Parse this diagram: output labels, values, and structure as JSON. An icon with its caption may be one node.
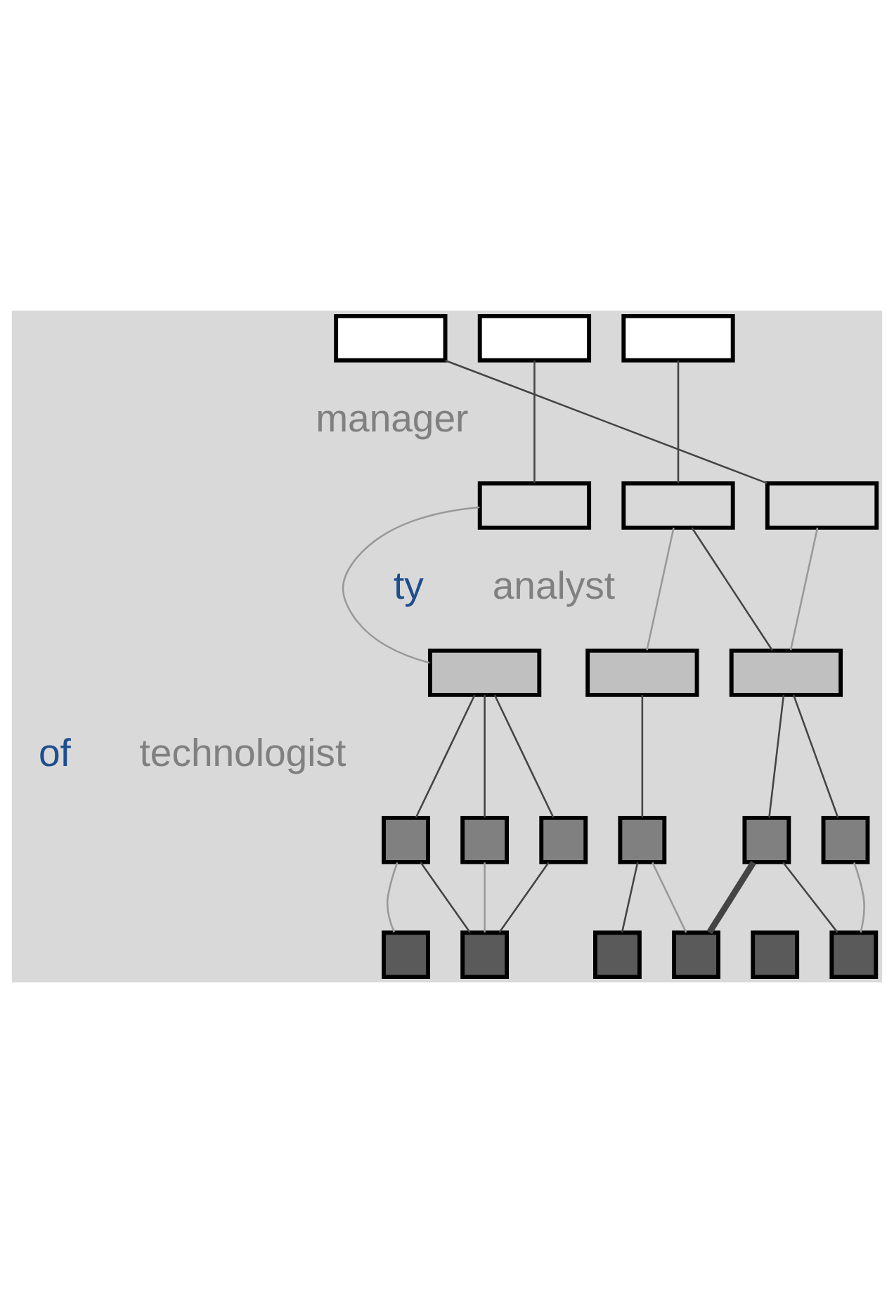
{
  "diagram": {
    "nodes": [
      {
        "text": [],
        "shape": "box"
      },
      {
        "text": [],
        "shape": "box"
      },
      {
        "text": [],
        "shape": "box"
      },
      {
        "text": [],
        "shape": "box"
      },
      {
        "text": [],
        "shape": "box"
      },
      {
        "text": [],
        "shape": "box"
      },
      {
        "text": [],
        "shape": "box"
      },
      {
        "text": [],
        "shape": "box"
      },
      {
        "text": [],
        "shape": "box"
      },
      {
        "text": [],
        "shape": "box"
      },
      {
        "text": [],
        "shape": "box"
      },
      {
        "text": [],
        "shape": "box"
      },
      {
        "text": [],
        "shape": "box"
      },
      {
        "text": [],
        "shape": "box"
      },
      {
        "text": [],
        "shape": "box"
      },
      {
        "text": [],
        "shape": "box"
      },
      {
        "text": [],
        "shape": "box"
      },
      {
        "text": [],
        "shape": "box"
      },
      {
        "text": [],
        "shape": "box"
      },
      {
        "text": [],
        "shape": "box"
      },
      {
        "text": [],
        "shape": "box"
      }
    ],
    "edges": [
      {
        "from": 0,
        "to": 5,
        "arrow": "none"
      },
      {
        "from": 1,
        "to": 3,
        "arrow": "none"
      },
      {
        "from": 2,
        "to": 4,
        "arrow": "none"
      },
      {
        "from": 3,
        "to": 6,
        "arrow": "none",
        "color": "#999999"
      },
      {
        "from": 4,
        "to": 7,
        "arrow": "none",
        "color": "#999999"
      },
      {
        "from": 4,
        "to": 8,
        "arrow": "none"
      },
      {
        "from": 5,
        "to": 8,
        "arrow": "none",
        "color": "#999999"
      },
      {
        "from": 6,
        "to": 9,
        "arrow": "none"
      },
      {
        "from": 6,
        "to": 10,
        "arrow": "none"
      },
      {
        "from": 6,
        "to": 11,
        "arrow": "none"
      },
      {
        "from": 7,
        "to": 12,
        "arrow": "none"
      },
      {
        "from": 8,
        "to": 13,
        "arrow": "none"
      },
      {
        "from": 8,
        "to": 14,
        "arrow": "none"
      },
      {
        "from": 9,
        "to": 15,
        "arrow": "none",
        "color": "#999999"
      },
      {
        "from": 9,
        "to": 16,
        "arrow": "none"
      },
      {
        "from": 10,
        "to": 16,
        "arrow": "none",
        "color": "#999999"
      },
      {
        "from": 11,
        "to": 16,
        "arrow": "none"
      },
      {
        "from": 12,
        "to": 17,
        "arrow": "none"
      },
      {
        "from": 12,
        "to": 18,
        "arrow": "none",
        "color": "#999999"
      },
      {
        "from": 13,
        "to": 18,
        "arrow": "none",
        "style": "thick"
      },
      {
        "from": 13,
        "to": 20,
        "arrow": "none"
      },
      {
        "from": 14,
        "to": 20,
        "arrow": "none",
        "color": "#999999"
      }
    ],
    "labels": [
      "manager",
      "ty",
      "analyst",
      "technologist",
      "of"
    ]
  }
}
